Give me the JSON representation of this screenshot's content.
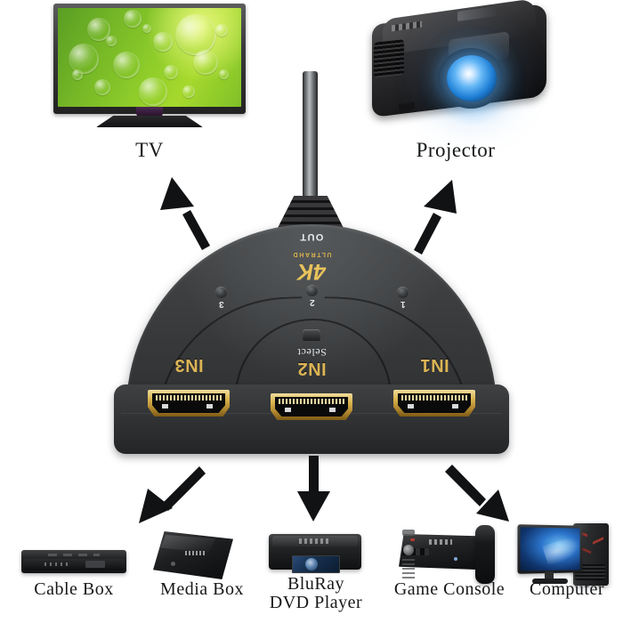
{
  "meta": {
    "title": "3-Port HDMI Switch Connection Diagram",
    "background_color": "#ffffff"
  },
  "outputs": [
    {
      "id": "tv",
      "label": "TV",
      "icon": "television-icon"
    },
    {
      "id": "projector",
      "label": "Projector",
      "icon": "projector-icon"
    }
  ],
  "device": {
    "name": "hdmi-switch",
    "body_color": "#3a3c3e",
    "out_label": "OUT",
    "resolution_badge": {
      "primary": "4K",
      "secondary": "ULTRAHD",
      "color": "#e8c35c"
    },
    "select_label": "Select",
    "led_indicators": [
      {
        "number": "3"
      },
      {
        "number": "2"
      },
      {
        "number": "1"
      }
    ],
    "input_labels": [
      {
        "name": "IN3"
      },
      {
        "name": "IN2"
      },
      {
        "name": "IN1"
      }
    ],
    "port_count": 3,
    "port_type": "HDMI",
    "port_plating_color": "#d9b44e"
  },
  "sources": [
    {
      "id": "cable-box",
      "label": "Cable Box",
      "icon": "cable-box-icon"
    },
    {
      "id": "media-box",
      "label": "Media Box",
      "icon": "media-box-icon"
    },
    {
      "id": "bluray",
      "label": "BluRay\nDVD Player",
      "icon": "bluray-player-icon"
    },
    {
      "id": "game-console",
      "label": "Game Console",
      "icon": "game-console-icon"
    },
    {
      "id": "computer",
      "label": "Computer",
      "icon": "computer-icon"
    }
  ],
  "arrows": [
    {
      "id": "arrow-to-tv",
      "direction": "up-left"
    },
    {
      "id": "arrow-to-projector",
      "direction": "up-right"
    },
    {
      "id": "arrow-to-cable-box",
      "direction": "down-left"
    },
    {
      "id": "arrow-to-bluray",
      "direction": "down"
    },
    {
      "id": "arrow-to-computer",
      "direction": "down-right"
    }
  ]
}
